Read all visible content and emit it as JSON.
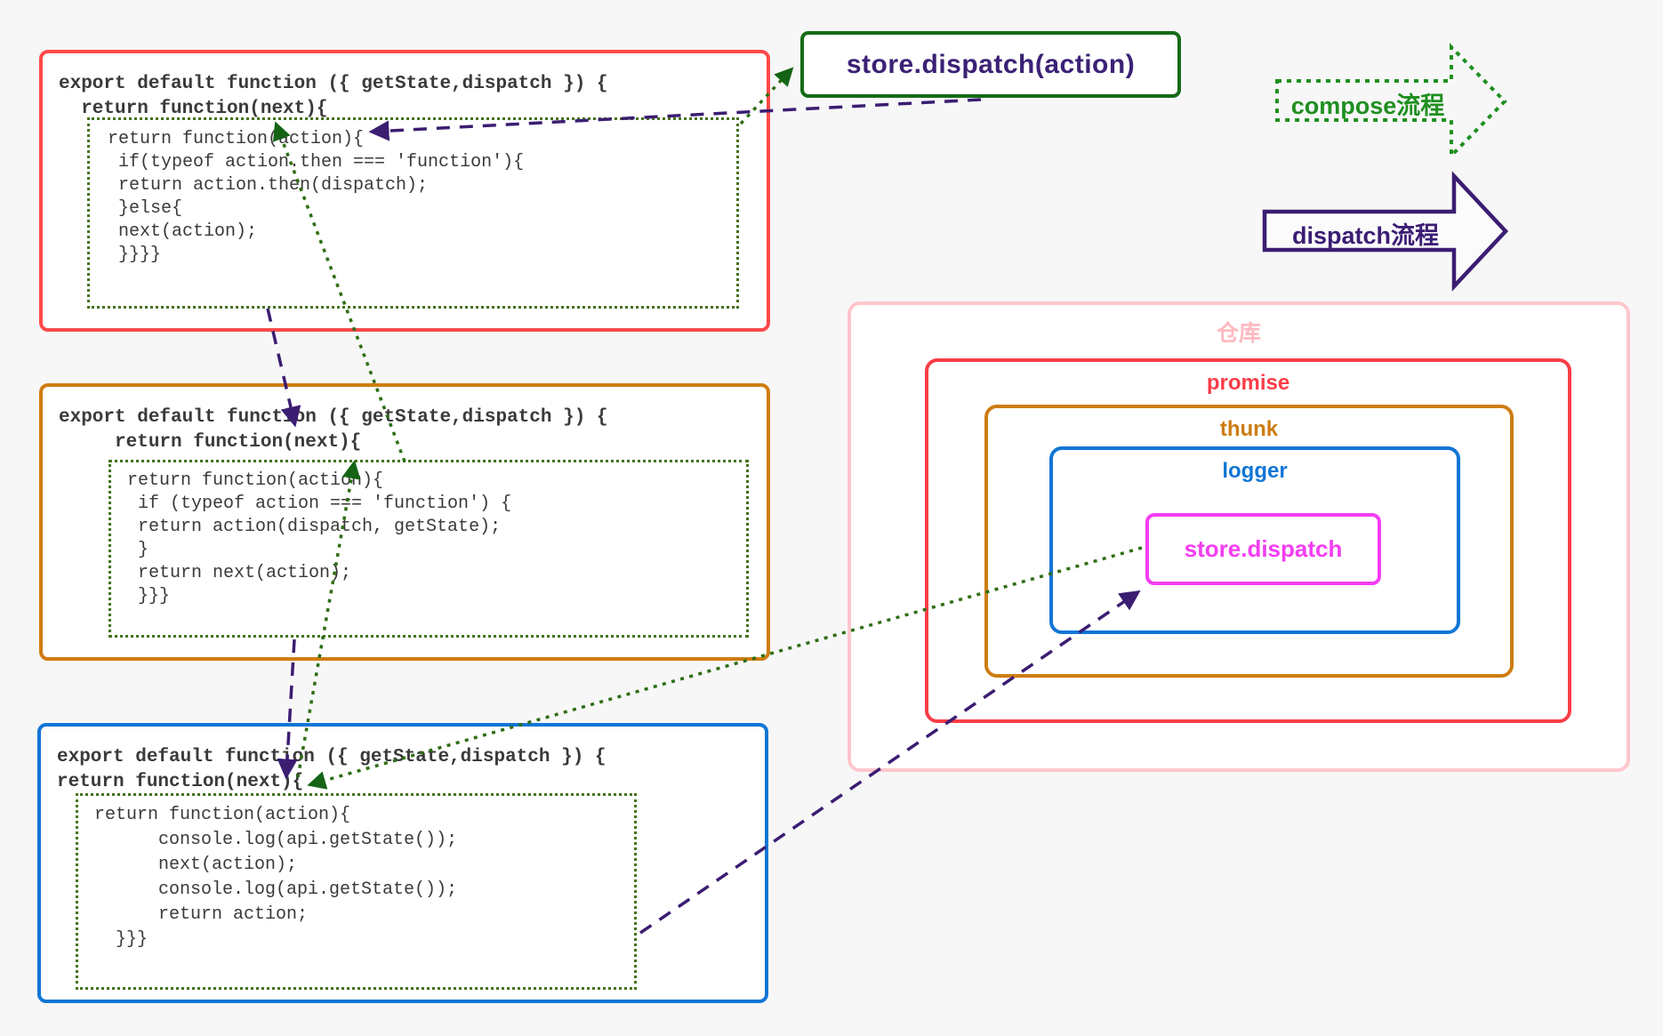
{
  "page": {
    "background": "#f7f7f8"
  },
  "dispatch_call_box": {
    "label": "store.dispatch(action)",
    "border_color": "#156b15",
    "text_color": "#3b2175"
  },
  "legend": {
    "compose": {
      "label": "compose流程",
      "color": "#1f8f1f"
    },
    "dispatch": {
      "label": "dispatch流程",
      "color": "#3b1d72"
    }
  },
  "middleware_boxes": [
    {
      "title": "promise middleware",
      "border_color": "#fc4a49",
      "line1": "export default function ({ getState,dispatch }) {",
      "line2": "  return function(next){",
      "inner_lines": [
        "return function(action){",
        " if(typeof action.then === 'function'){",
        " return action.then(dispatch);",
        " }else{",
        " next(action);",
        " }}}}"
      ]
    },
    {
      "title": "thunk middleware",
      "border_color": "#d07c10",
      "line1": "export default function ({ getState,dispatch }) {",
      "line2": "     return function(next){",
      "inner_lines": [
        "return function(action){",
        " if (typeof action === 'function') {",
        " return action(dispatch, getState);",
        " }",
        " return next(action);",
        " }}}"
      ]
    },
    {
      "title": "logger middleware",
      "border_color": "#1076d5",
      "line1": "export default function ({ getState,dispatch }) {",
      "line2": "return function(next){",
      "inner_lines": [
        "return function(action){",
        "      console.log(api.getState());",
        "      next(action);",
        "      console.log(api.getState());",
        "      return action;",
        "  }}}"
      ]
    }
  ],
  "store_diagram": {
    "layers": [
      {
        "label": "仓库",
        "color": "#ffc6cc"
      },
      {
        "label": "promise",
        "color": "#fb3d47"
      },
      {
        "label": "thunk",
        "color": "#cd7d13"
      },
      {
        "label": "logger",
        "color": "#1076d5"
      },
      {
        "label": "store.dispatch",
        "color": "#f43df2"
      }
    ]
  },
  "connector_colors": {
    "compose_flow_dotted": "#2f6e14",
    "dispatch_flow_dashed": "#3b1d72"
  }
}
